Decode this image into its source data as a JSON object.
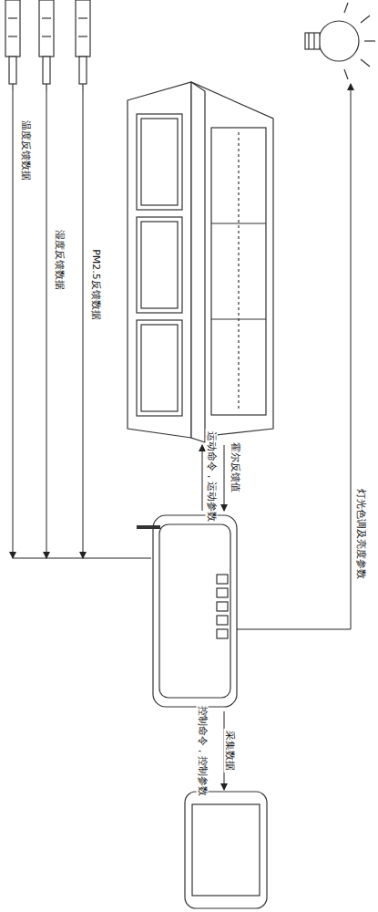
{
  "diagram": {
    "labels": [
      "温度反馈数据",
      "湿度反馈数据",
      "PM2.5反馈数据",
      "运动命令，运动参数",
      "霍尔反馈值",
      "灯光色调及亮度参数",
      "控制命令，控制参数",
      "采集数据"
    ]
  }
}
